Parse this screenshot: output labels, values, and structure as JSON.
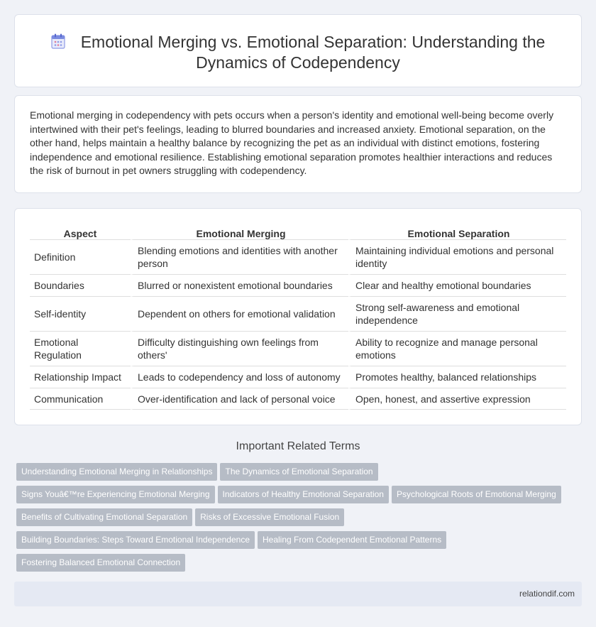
{
  "header": {
    "title": "Emotional Merging vs. Emotional Separation: Understanding the Dynamics of Codependency",
    "icon": "calendar-icon"
  },
  "intro": {
    "text": "Emotional merging in codependency with pets occurs when a person's identity and emotional well-being become overly intertwined with their pet's feelings, leading to blurred boundaries and increased anxiety. Emotional separation, on the other hand, helps maintain a healthy balance by recognizing the pet as an individual with distinct emotions, fostering independence and emotional resilience. Establishing emotional separation promotes healthier interactions and reduces the risk of burnout in pet owners struggling with codependency."
  },
  "table": {
    "headers": [
      "Aspect",
      "Emotional Merging",
      "Emotional Separation"
    ],
    "rows": [
      [
        "Definition",
        "Blending emotions and identities with another person",
        "Maintaining individual emotions and personal identity"
      ],
      [
        "Boundaries",
        "Blurred or nonexistent emotional boundaries",
        "Clear and healthy emotional boundaries"
      ],
      [
        "Self-identity",
        "Dependent on others for emotional validation",
        "Strong self-awareness and emotional independence"
      ],
      [
        "Emotional Regulation",
        "Difficulty distinguishing own feelings from others'",
        "Ability to recognize and manage personal emotions"
      ],
      [
        "Relationship Impact",
        "Leads to codependency and loss of autonomy",
        "Promotes healthy, balanced relationships"
      ],
      [
        "Communication",
        "Over-identification and lack of personal voice",
        "Open, honest, and assertive expression"
      ]
    ]
  },
  "related": {
    "title": "Important Related Terms",
    "tags": [
      "Understanding Emotional Merging in Relationships",
      "The Dynamics of Emotional Separation",
      "Signs Youâ€™re Experiencing Emotional Merging",
      "Indicators of Healthy Emotional Separation",
      "Psychological Roots of Emotional Merging",
      "Benefits of Cultivating Emotional Separation",
      "Risks of Excessive Emotional Fusion",
      "Building Boundaries: Steps Toward Emotional Independence",
      "Healing From Codependent Emotional Patterns",
      "Fostering Balanced Emotional Connection"
    ]
  },
  "footer": {
    "site": "relationdif.com"
  },
  "colors": {
    "background": "#f0f2f7",
    "tag": "#b6bcc6",
    "footer": "#e5e9f3",
    "icon_accent": "#7b8be0"
  }
}
